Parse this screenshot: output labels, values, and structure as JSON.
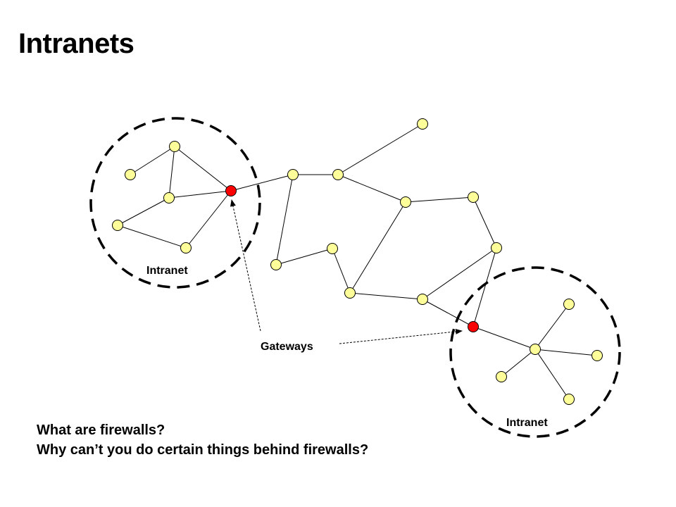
{
  "title": "Intranets",
  "labels": {
    "intranet_left": "Intranet",
    "intranet_right": "Intranet",
    "gateways": "Gateways"
  },
  "questions": [
    "What are firewalls?",
    "Why can’t you do certain things behind firewalls?"
  ],
  "colors": {
    "node_fill": "#ffff99",
    "gateway_fill": "#ff0000",
    "stroke": "#000000"
  }
}
